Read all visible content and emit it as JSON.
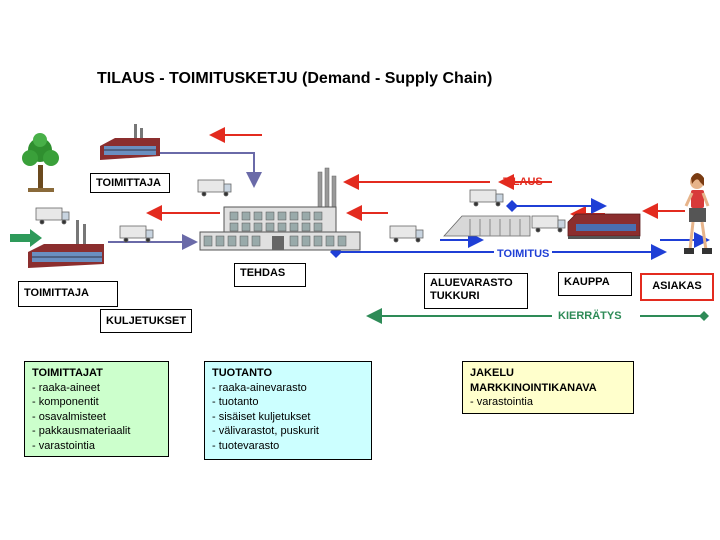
{
  "title": "TILAUS - TOIMITUSKETJU (Demand - Supply Chain)",
  "labels": {
    "supplier_top": "TOIMITTAJA",
    "supplier_left": "TOIMITTAJA",
    "transport": "KULJETUKSET",
    "factory": "TEHDAS",
    "warehouse_line1": "ALUEVARASTO",
    "warehouse_line2": "TUKKURI",
    "shop": "KAUPPA",
    "customer": "ASIAKAS"
  },
  "flows": {
    "order": "TILAUS",
    "delivery": "TOIMITUS",
    "recycling": "KIERRÄTYS"
  },
  "colors": {
    "order_arrow": "#e32b1f",
    "delivery_arrow": "#1f3fd6",
    "recycling_arrow": "#2e8b57",
    "customer_border": "#e32b1f",
    "suppliers_box": "#ccffcc",
    "production_box": "#ccffff",
    "distribution_box": "#ffffcc"
  },
  "boxes": {
    "suppliers": {
      "heading": "TOIMITTAJAT",
      "items": [
        "-  raaka-aineet",
        "-  komponentit",
        "-  osavalmisteet",
        "-  pakkausmateriaalit",
        "-  varastointia"
      ]
    },
    "production": {
      "heading": "TUOTANTO",
      "items": [
        "-  raaka-ainevarasto",
        "-  tuotanto",
        "-  sisäiset kuljetukset",
        "-  välivarastot, puskurit",
        "-  tuotevarasto"
      ]
    },
    "distribution": {
      "heading_line1": "JAKELU",
      "heading_line2": "MARKKINOINTIKANAVA",
      "items": [
        "- varastointia"
      ]
    }
  },
  "icons": [
    "tree-icon",
    "factory-icon",
    "truck-icon",
    "warehouse-icon",
    "shop-icon",
    "customer-figure-icon"
  ]
}
